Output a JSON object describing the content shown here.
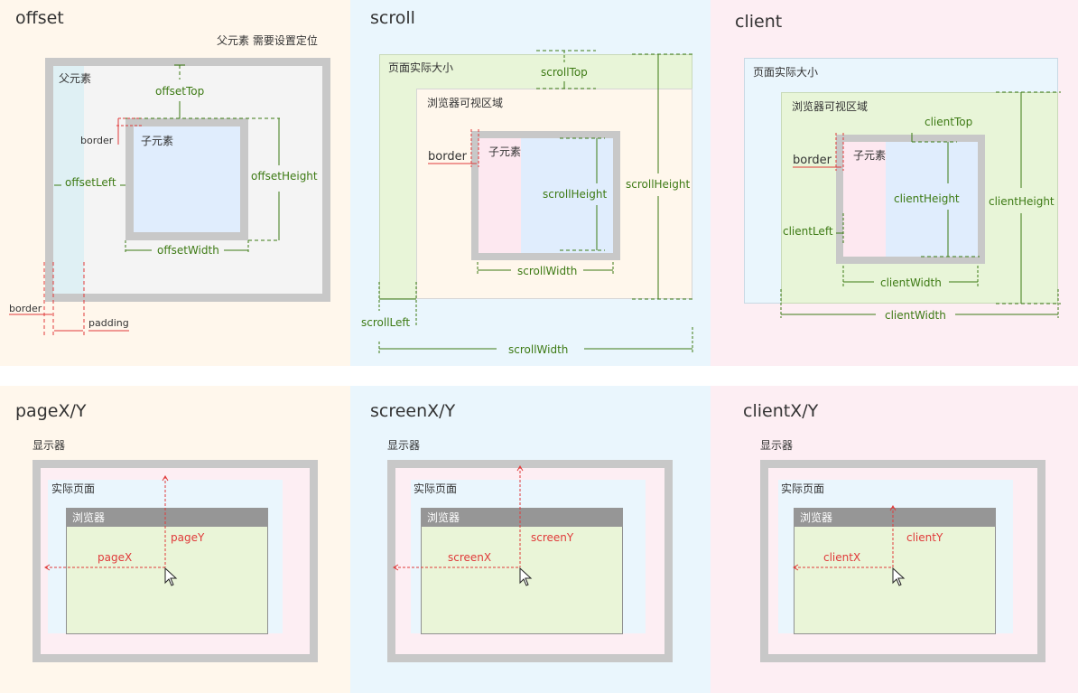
{
  "colors": {
    "cream": "#fff7ec",
    "lightblue": "#eaf6fd",
    "pink": "#fdeef3",
    "green": "#3d7a14",
    "red": "#e03a3a",
    "gray": "#c8c8c8"
  },
  "offset": {
    "title": "offset",
    "note": "父元素 需要设置定位",
    "parent": "父元素",
    "child": "子元素",
    "offsetTop": "offsetTop",
    "offsetLeft": "offsetLeft",
    "offsetHeight": "offsetHeight",
    "offsetWidth": "offsetWidth",
    "border": "border",
    "border2": "border",
    "padding": "padding"
  },
  "scroll": {
    "title": "scroll",
    "page": "页面实际大小",
    "viewport": "浏览器可视区域",
    "child": "子元素",
    "border": "border",
    "scrollTop": "scrollTop",
    "scrollHeightInner": "scrollHeight",
    "scrollHeightOuter": "scrollHeight",
    "scrollWidthInner": "scrollWidth",
    "scrollLeft": "scrollLeft",
    "scrollWidthOuter": "scrollWidth"
  },
  "client": {
    "title": "client",
    "page": "页面实际大小",
    "viewport": "浏览器可视区域",
    "child": "子元素",
    "border": "border",
    "clientTop": "clientTop",
    "clientHeightInner": "clientHeight",
    "clientHeightOuter": "clientHeight",
    "clientLeft": "clientLeft",
    "clientWidthInner": "clientWidth",
    "clientWidthOuter": "clientWidth"
  },
  "pageXY": {
    "title": "pageX/Y",
    "monitor": "显示器",
    "page": "实际页面",
    "browser": "浏览器",
    "y": "pageY",
    "x": "pageX"
  },
  "screenXY": {
    "title": "screenX/Y",
    "monitor": "显示器",
    "page": "实际页面",
    "browser": "浏览器",
    "y": "screenY",
    "x": "screenX"
  },
  "clientXY": {
    "title": "clientX/Y",
    "monitor": "显示器",
    "page": "实际页面",
    "browser": "浏览器",
    "y": "clientY",
    "x": "clientX"
  }
}
